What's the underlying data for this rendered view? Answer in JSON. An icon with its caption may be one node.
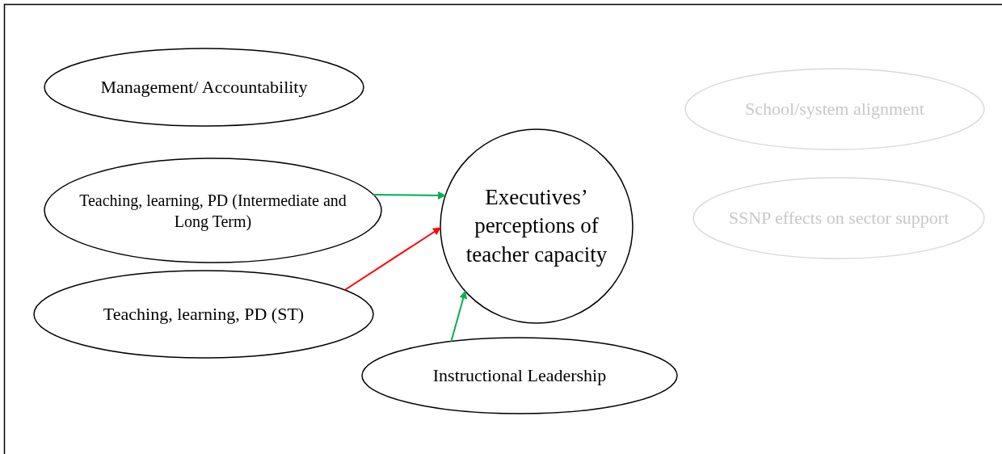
{
  "diagram": {
    "nodes": [
      {
        "text": [
          "Management/ Accountability"
        ]
      },
      {
        "text": [
          "Teaching, learning, PD (Intermediate and Long Term)"
        ]
      },
      {
        "text": [
          "Teaching, learning, PD (ST)"
        ]
      },
      {
        "text": [
          "Instructional Leadership"
        ]
      },
      {
        "text": [
          "Executives’ perceptions of teacher capacity"
        ]
      },
      {
        "text": [
          "School/system alignment"
        ]
      },
      {
        "text": [
          "SSNP effects on sector support"
        ]
      }
    ],
    "edges": [
      {
        "from": 1,
        "to": 4,
        "arrow": "to",
        "color": "#00b050"
      },
      {
        "from": 2,
        "to": 4,
        "arrow": "to",
        "color": "#ff0000"
      },
      {
        "from": 3,
        "to": 4,
        "arrow": "to",
        "color": "#00b050"
      }
    ]
  }
}
